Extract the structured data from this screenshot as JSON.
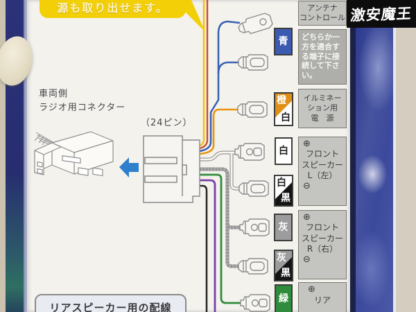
{
  "watermark": {
    "text": "激安魔王"
  },
  "sheet": {
    "callout": {
      "text": "源も取り出せます。",
      "bg": "#f2cf06"
    },
    "vehicle_connector": {
      "line1": "車両側",
      "line2": "ラジオ用コネクター"
    },
    "main_connector": {
      "pin_count_label": "（24ピン）"
    },
    "rear_wiring_note": {
      "text": "リアスピーカー用の配線"
    }
  },
  "wire_labels": {
    "blue": {
      "text": "青",
      "bg": "#3b5bb0"
    },
    "orange_white": {
      "top": "橙",
      "bottom": "白",
      "top_bg": "#e09018"
    },
    "white": {
      "text": "白"
    },
    "white_black": {
      "top": "白",
      "bottom": "黒"
    },
    "gray": {
      "text": "灰",
      "bg": "#9c9c9c"
    },
    "gray_black": {
      "top": "灰",
      "bottom": "黒"
    },
    "green": {
      "text": "緑",
      "bg": "#2f8c3c"
    }
  },
  "connection_boxes": {
    "antenna": {
      "line1": "アンテナ",
      "line2": "コントロール"
    },
    "antenna_note": {
      "text": "どちらか一方を適合する端子に接続して下さい。"
    },
    "illumination": {
      "line1": "イルミネー",
      "line2": "ション用",
      "line3": "電　源"
    },
    "front_left": {
      "plus": "⊕",
      "line1": "フロント",
      "line2": "スピーカー",
      "line3": "L（左）",
      "minus": "⊖"
    },
    "front_right": {
      "plus": "⊕",
      "line1": "フロント",
      "line2": "スピーカー",
      "line3": "R（右）",
      "minus": "⊖"
    },
    "rear": {
      "plus": "⊕",
      "line1": "リア"
    }
  },
  "wire_colors": {
    "yellow": "#eec11c",
    "red": "#cc4a28",
    "blue": "#3a62b4",
    "orange": "#e8940c",
    "white": "#f6f5f1",
    "shield_gray": "#a8a8a8",
    "green": "#2f8c3c",
    "purple": "#7840a8",
    "black": "#282828"
  },
  "palette": {
    "package_navy": "#2b3178",
    "plastic_blue": "#3a4da0",
    "backing_beige": "#cbc2b0",
    "sheet_white": "#f4f2ed",
    "arrow_blue": "#2f80cc",
    "info_box_gray": "#c4c4c0"
  }
}
